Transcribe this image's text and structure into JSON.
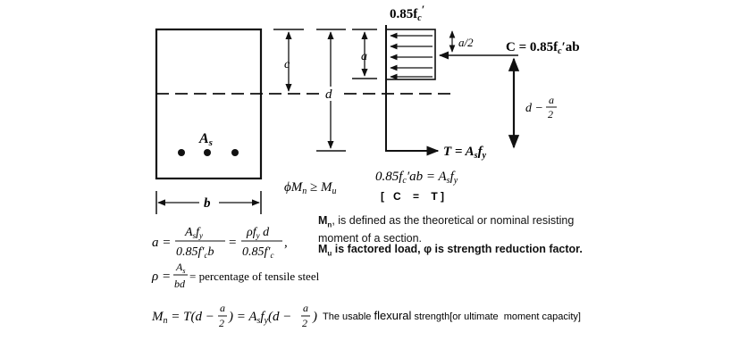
{
  "diagram": {
    "stress_label": "0.85f",
    "stress_sub": "c",
    "stress_prime": "′",
    "depth_c": "c",
    "depth_a": "a",
    "depth_d": "d",
    "half_a": "a/2",
    "compression_force": "C = 0.85f",
    "compression_force_tail": "′ab",
    "lever_arm": "d −",
    "lever_frac_num": "a",
    "lever_frac_den": "2",
    "steel_label": "A",
    "steel_sub": "s",
    "tension_force": "T = A",
    "tension_force_sub": "s",
    "tension_force_tail": "f",
    "tension_force_tail_sub": "y",
    "width_b": "b",
    "design_condition": "ϕM",
    "design_condition_sub": "n",
    "design_condition_mid": " ≥ M",
    "design_condition_sub2": "u",
    "equilibrium": "0.85f",
    "equilibrium_tail": "′ab = A",
    "equilibrium_sub": "s",
    "equilibrium_tail2": "f",
    "equilibrium_sub2": "y",
    "equilibrium_short": "[   C    =    T ]"
  },
  "formulas": {
    "a_eq_lhs": "a =",
    "a_frac1_num": "A",
    "a_frac1_num_sub": "s",
    "a_frac1_num_tail": "f",
    "a_frac1_num_tail_sub": "y",
    "a_frac1_den": "0.85f′",
    "a_frac1_den_sub": "c",
    "a_frac1_den_tail": "b",
    "a_eq_mid": "=",
    "a_frac2_num": "ρf",
    "a_frac2_num_sub": "y",
    "a_frac2_num_tail": " d",
    "a_frac2_den": "0.85f′",
    "a_frac2_den_sub": "c",
    "a_eq_end": ",",
    "rho_lhs": "ρ =",
    "rho_num": "A",
    "rho_num_sub": "s",
    "rho_den": "bd",
    "rho_desc": "= percentage of tensile steel",
    "mn_eq": "M",
    "mn_sub": "n",
    "mn_eq_rest": " = T(d −",
    "mn_frac_num": "a",
    "mn_frac_den": "2",
    "mn_eq_mid": ") = A",
    "mn_mid_sub": "s",
    "mn_mid_f": "f",
    "mn_mid_f_sub": "y",
    "mn_eq_mid2": "(d −",
    "mn_frac2_num": "a",
    "mn_frac2_den": "2",
    "mn_eq_close": ")",
    "mn_desc_pre": "The usable ",
    "mn_desc_flex": "flexural",
    "mn_desc_post": " strength[or ultimate  moment capacity]"
  },
  "notes": {
    "mn_symbol": "M",
    "mn_symbol_sub": "n",
    "mn_line1": ", is defined as the theoretical or nominal resisting",
    "mn_line2": "moment of a section.",
    "mu_symbol": "M",
    "mu_symbol_sub": "u",
    "mu_line": " is factored load, φ  is strength reduction factor."
  }
}
